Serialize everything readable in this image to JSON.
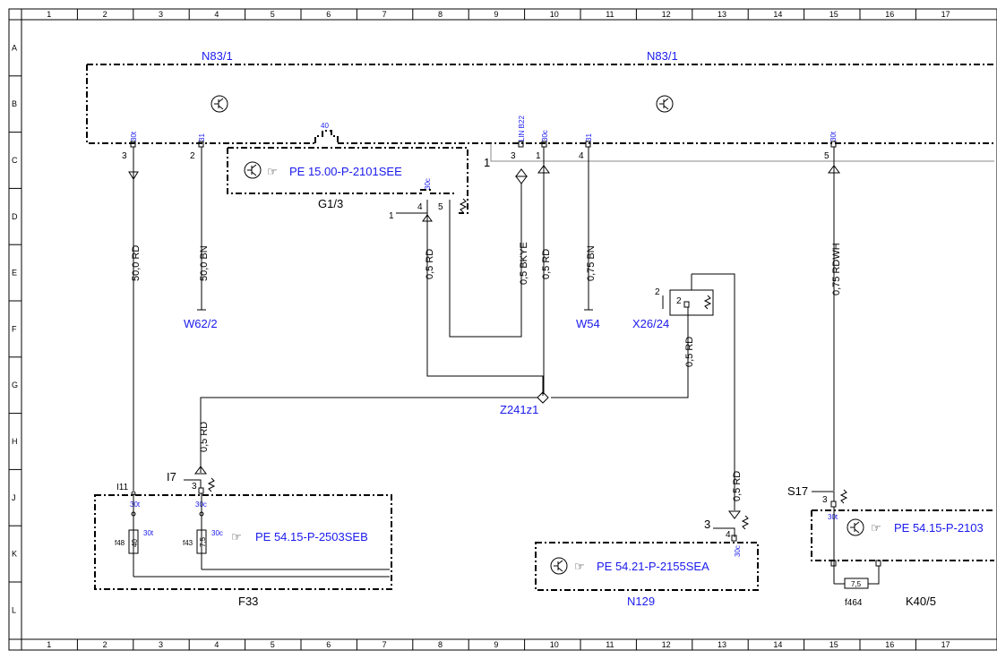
{
  "grid": {
    "columns": [
      "1",
      "2",
      "3",
      "4",
      "5",
      "6",
      "7",
      "8",
      "9",
      "10",
      "11",
      "12",
      "13",
      "14",
      "15",
      "16",
      "17"
    ],
    "rows": [
      "A",
      "B",
      "C",
      "D",
      "E",
      "F",
      "G",
      "H",
      "J",
      "K",
      "L"
    ]
  },
  "components": {
    "n83_left": "N83/1",
    "n83_right": "N83/1",
    "g13": "G1/3",
    "f33": "F33",
    "n129": "N129",
    "k405": "K40/5",
    "w622": "W62/2",
    "w54": "W54",
    "x2624": "X26/24",
    "z241": "Z241z1",
    "i11": "I11",
    "i7": "I7",
    "s17": "S17",
    "f464": "f464",
    "f48": "f48",
    "f43": "f43"
  },
  "references": {
    "g13_ref": "PE 15.00-P-2101SEE",
    "f33_ref": "PE 54.15-P-2503SEB",
    "n129_ref": "PE 54.21-P-2155SEA",
    "k405_ref": "PE 54.15-P-2103"
  },
  "wires": {
    "w1": "50,0 RD",
    "w2": "50,0 BN",
    "w3": "0,5 RD",
    "w4": "0,5 BKYE",
    "w5": "0,5 RD",
    "w6": "0,75 BN",
    "w7": "0,75 RDWH",
    "w8": "0,5 RD",
    "w9": "0,5 RD",
    "w10": "0,5 RD"
  },
  "pins": {
    "p30t_a": "30t",
    "p31_a": "31",
    "p40": "40",
    "pLIN": "LIN B22",
    "p30c_a": "30c",
    "p31_b": "31",
    "p30t_b": "30t",
    "n3a": "3",
    "n2a": "2",
    "n3b": "3",
    "n1a": "1",
    "n4a": "4",
    "n5a": "5",
    "n1b": "1",
    "n4b": "4",
    "n5b": "5",
    "n1c": "1",
    "n2b": "2",
    "n2c": "2",
    "p30c_g": "30c",
    "n3c": "3",
    "p30t_f": "30t",
    "p30c_f": "30c",
    "p30t_f2": "30t",
    "p30c_f2": "30c",
    "f48v": "40",
    "f43v": "7,5",
    "n3d": "3",
    "n4c": "4",
    "p30c_n": "30c",
    "n3e": "3",
    "p30t_k": "30t",
    "f464v": "7,5"
  },
  "colors": {
    "link": "#1a1aee",
    "line": "#000000",
    "grey_wire": "#888888"
  }
}
